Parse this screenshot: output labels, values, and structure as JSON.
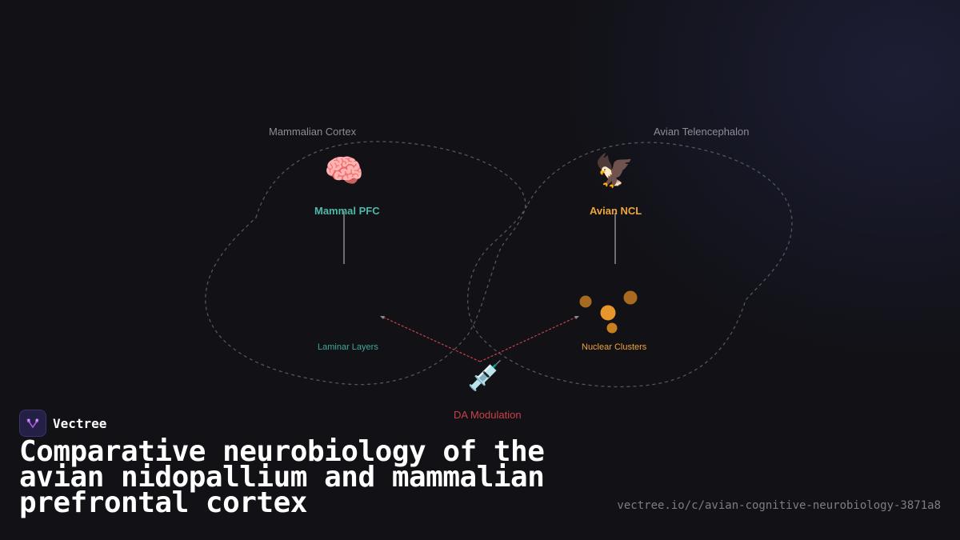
{
  "diagram": {
    "regions": {
      "mammal": "Mammalian Cortex",
      "avian": "Avian Telencephalon"
    },
    "nodes": {
      "mammal_pfc": {
        "label": "Mammal PFC",
        "icon": "brain-icon",
        "glyph": "🧠",
        "color": "#4fb8a8"
      },
      "avian_ncl": {
        "label": "Avian NCL",
        "icon": "bird-icon",
        "glyph": "🦅",
        "color": "#f0a43c"
      },
      "laminar": {
        "label": "Laminar Layers",
        "color": "#3fa89a"
      },
      "nuclear": {
        "label": "Nuclear Clusters",
        "color": "#f0a43c"
      },
      "da": {
        "label": "DA Modulation",
        "icon": "syringe-icon",
        "glyph": "💉",
        "color": "#c8424a"
      }
    }
  },
  "brand": {
    "name": "Vectree"
  },
  "title": "Comparative neurobiology of the avian nidopallium and mammalian prefrontal cortex",
  "url": "vectree.io/c/avian-cognitive-neurobiology-3871a8"
}
